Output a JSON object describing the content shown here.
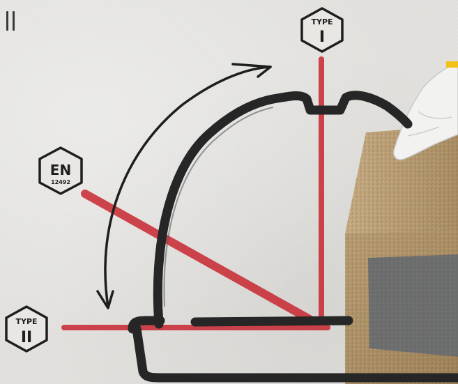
{
  "pause_icon": "pause-icon",
  "badges": {
    "type_one": {
      "top": "TYPE",
      "bottom": "I"
    },
    "en": {
      "top": "EN",
      "bottom": "12492"
    },
    "type_two": {
      "top": "TYPE",
      "bottom": "II"
    }
  },
  "colors": {
    "impact_line": "#c8202a",
    "helmet_outline": "#262626",
    "background": "#e3e2df"
  }
}
